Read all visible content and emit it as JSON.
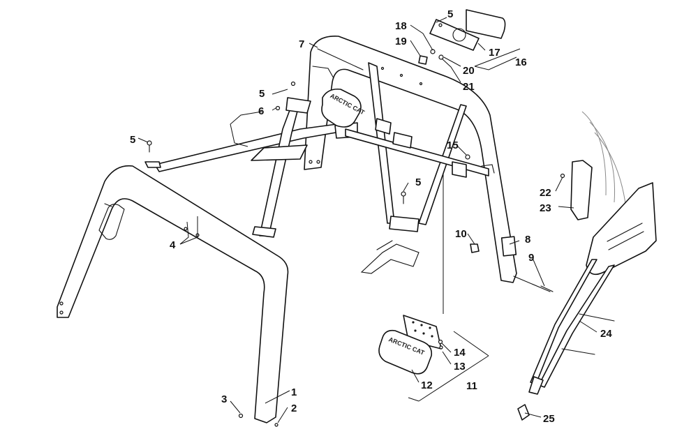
{
  "callouts": {
    "c1": "1",
    "c2": "2",
    "c3": "3",
    "c4": "4",
    "c5a": "5",
    "c5b": "5",
    "c5c": "5",
    "c5d": "5",
    "c6": "6",
    "c7": "7",
    "c8": "8",
    "c9": "9",
    "c10": "10",
    "c11": "11",
    "c12": "12",
    "c13": "13",
    "c14": "14",
    "c15": "15",
    "c16": "16",
    "c17": "17",
    "c18": "18",
    "c19": "19",
    "c20": "20",
    "c21": "21",
    "c22": "22",
    "c23": "23",
    "c24": "24",
    "c25": "25"
  },
  "logos": {
    "padLogo": "ARCTIC CAT",
    "padLogo2": "ARCTIC CAT"
  },
  "colors": {
    "line": "#111111",
    "background": "#ffffff"
  }
}
